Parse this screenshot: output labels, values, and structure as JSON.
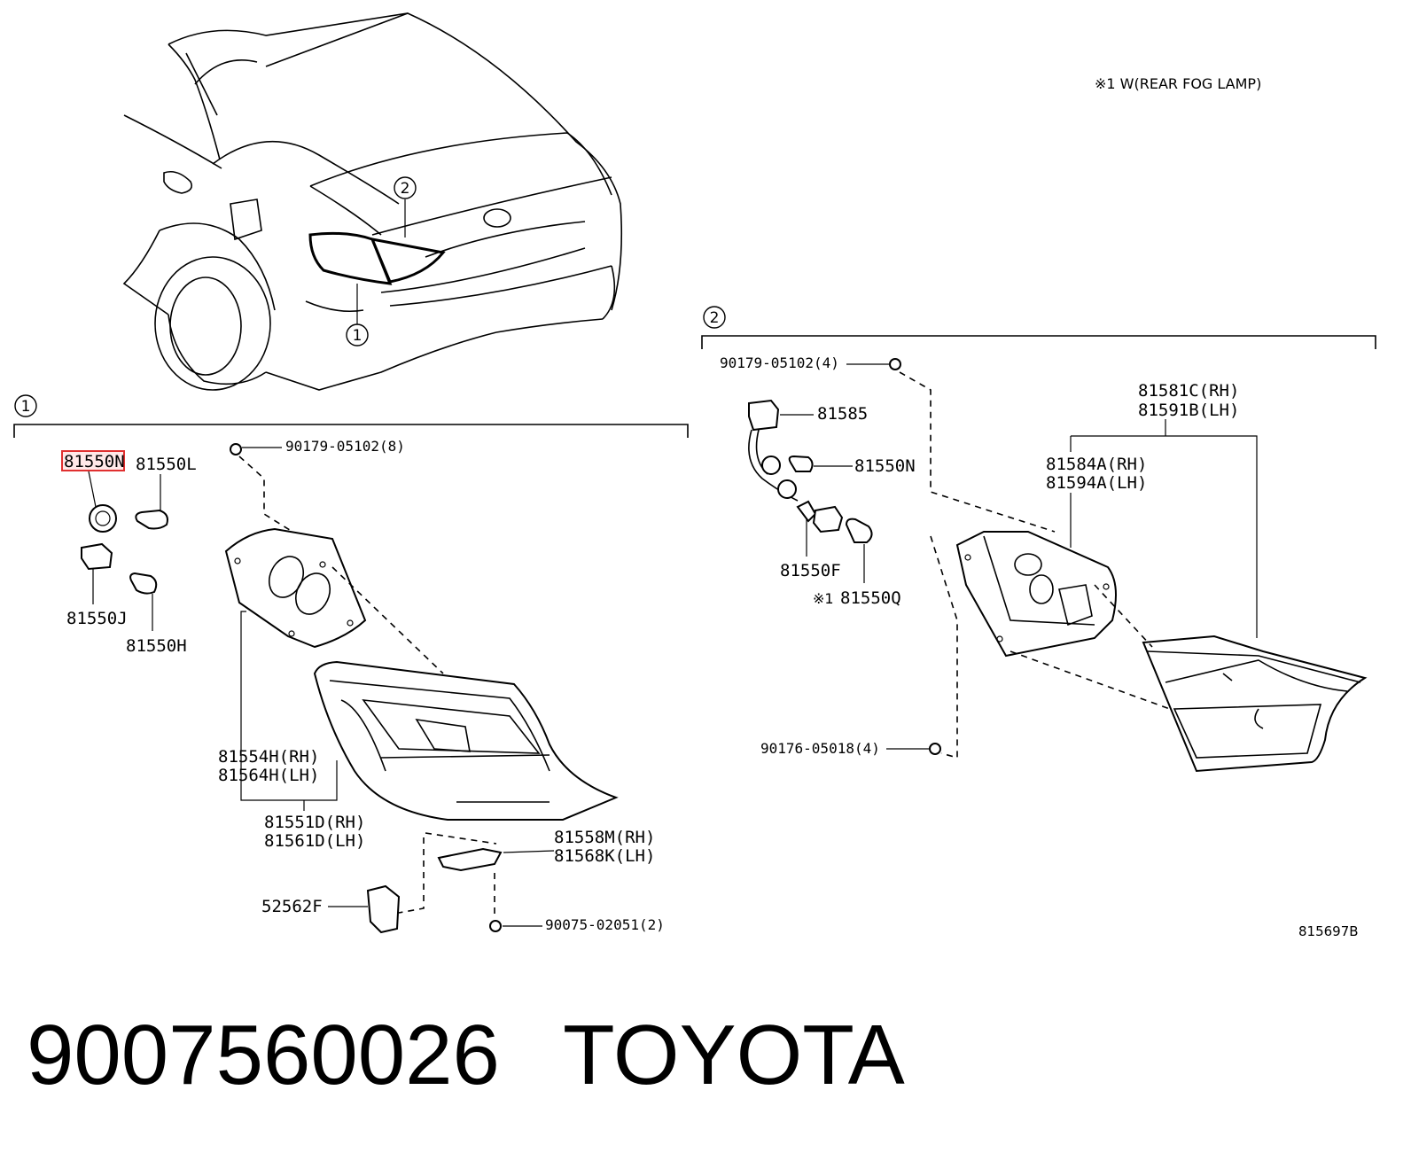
{
  "note": "※1 W(REAR FOG LAMP)",
  "callouts": {
    "one": "1",
    "two": "2"
  },
  "section1": {
    "labels": {
      "p81550N": "81550N",
      "p81550L": "81550L",
      "p81550J": "81550J",
      "p81550H": "81550H",
      "screw8": "90179-05102(8)",
      "gasket_rh": "81554H(RH)",
      "gasket_lh": "81564H(LH)",
      "lamp_rh": "81551D(RH)",
      "lamp_lh": "81561D(LH)",
      "bracket_rh": "81558M(RH)",
      "bracket_lh": "81568K(LH)",
      "clip": "52562F",
      "bolt": "90075-02051(2)"
    }
  },
  "section2": {
    "labels": {
      "screw4": "90179-05102(4)",
      "socket": "81585",
      "p81550N": "81550N",
      "p81550F": "81550F",
      "fog_mark": "※1",
      "p81550Q": "81550Q",
      "lens_rh": "81581C(RH)",
      "lens_lh": "81591B(LH)",
      "gasket_rh": "81584A(RH)",
      "gasket_lh": "81594A(LH)",
      "nut": "90176-05018(4)"
    }
  },
  "diagram_ref": "815697B",
  "footer": {
    "part_number": "9007560026",
    "brand": "TOYOTA"
  },
  "highlight_color": "#e03030"
}
